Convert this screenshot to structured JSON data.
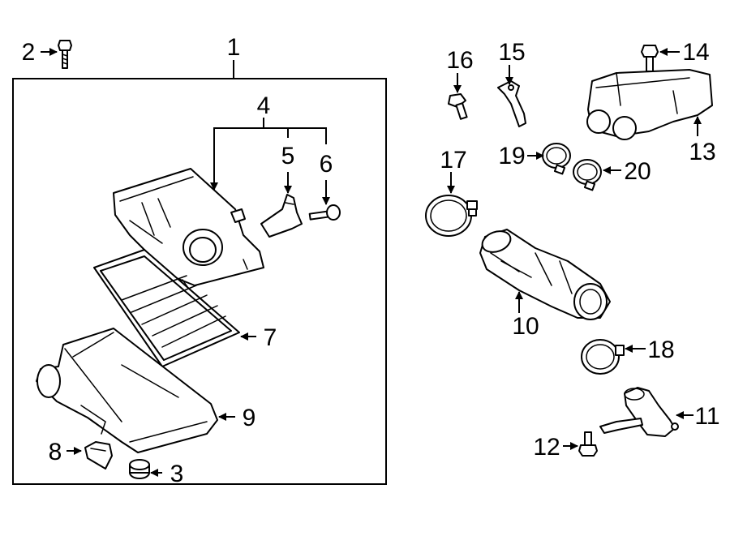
{
  "callouts": {
    "c1": "1",
    "c2": "2",
    "c3": "3",
    "c4": "4",
    "c5": "5",
    "c6": "6",
    "c7": "7",
    "c8": "8",
    "c9": "9",
    "c10": "10",
    "c11": "11",
    "c12": "12",
    "c13": "13",
    "c14": "14",
    "c15": "15",
    "c16": "16",
    "c17": "17",
    "c18": "18",
    "c19": "19",
    "c20": "20"
  },
  "parts": [
    {
      "ref": "1",
      "name": "air-cleaner-assembly"
    },
    {
      "ref": "2",
      "name": "bolt"
    },
    {
      "ref": "3",
      "name": "grommet"
    },
    {
      "ref": "4",
      "name": "air-cleaner-upper-cover"
    },
    {
      "ref": "5",
      "name": "mass-air-flow-sensor"
    },
    {
      "ref": "6",
      "name": "sensor-screw"
    },
    {
      "ref": "7",
      "name": "air-filter-element"
    },
    {
      "ref": "8",
      "name": "mount-bracket"
    },
    {
      "ref": "9",
      "name": "air-cleaner-lower-case"
    },
    {
      "ref": "10",
      "name": "intake-hose"
    },
    {
      "ref": "11",
      "name": "air-inlet-duct"
    },
    {
      "ref": "12",
      "name": "duct-bolt"
    },
    {
      "ref": "13",
      "name": "resonator"
    },
    {
      "ref": "14",
      "name": "resonator-bolt"
    },
    {
      "ref": "15",
      "name": "bracket"
    },
    {
      "ref": "16",
      "name": "bracket-bolt"
    },
    {
      "ref": "17",
      "name": "hose-clamp-large"
    },
    {
      "ref": "18",
      "name": "hose-clamp"
    },
    {
      "ref": "19",
      "name": "resonator-clamp-left"
    },
    {
      "ref": "20",
      "name": "resonator-clamp-right"
    }
  ],
  "colors": {
    "ink": "#000000",
    "paper": "#ffffff"
  }
}
